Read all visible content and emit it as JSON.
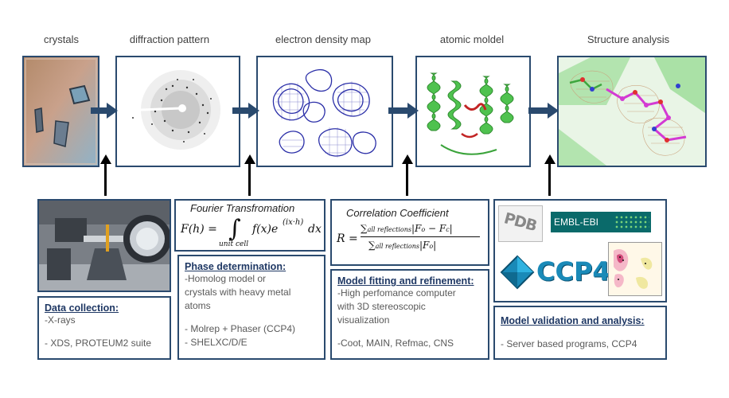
{
  "stages": [
    {
      "title": "crystals"
    },
    {
      "title": "diffraction pattern"
    },
    {
      "title": "electron density map"
    },
    {
      "title": "atomic moldel"
    },
    {
      "title": "Structure analysis"
    }
  ],
  "fourier": {
    "title": "Fourier Transfromation",
    "lhs": "F(h) =",
    "integrand": "f(x)e",
    "exponent": "(ix·h)",
    "dx": "dx",
    "subscript": "unit cell"
  },
  "correlation": {
    "title": "Correlation Coefficient",
    "lhs": "R =",
    "num_sum": "∑",
    "num_sub": "all reflections",
    "num_expr": "|F",
    "num_o": "o",
    "num_minus": " − F",
    "num_c": "c",
    "num_end": "|",
    "den_sum": "∑",
    "den_sub": "all reflections",
    "den_expr": "|F",
    "den_o": "o",
    "den_end": "|"
  },
  "boxes": {
    "data_collection": {
      "heading": "Data collection:",
      "lines": [
        "-X-rays",
        "",
        "- XDS, PROTEUM2 suite"
      ]
    },
    "phase": {
      "heading": "Phase determination:",
      "lines": [
        "-Homolog model or",
        "crystals with heavy metal",
        "atoms",
        "",
        "- Molrep + Phaser (CCP4)",
        "- SHELXC/D/E"
      ]
    },
    "model": {
      "heading": "Model fitting and refinement:",
      "lines": [
        "-High perfomance computer",
        "with 3D stereoscopic",
        "visualization",
        "",
        "-Coot, MAIN, Refmac, CNS"
      ]
    },
    "validation": {
      "heading": "Model validation and analysis:",
      "lines": [
        "- Server based programs, CCP4"
      ]
    }
  },
  "logos": {
    "pdb": "PDB",
    "embl": "EMBL-EBI",
    "ccp4": "CCP4"
  },
  "colors": {
    "border": "#2a4a6e",
    "arrow": "#2a4a6e",
    "heading": "#1f3864"
  }
}
